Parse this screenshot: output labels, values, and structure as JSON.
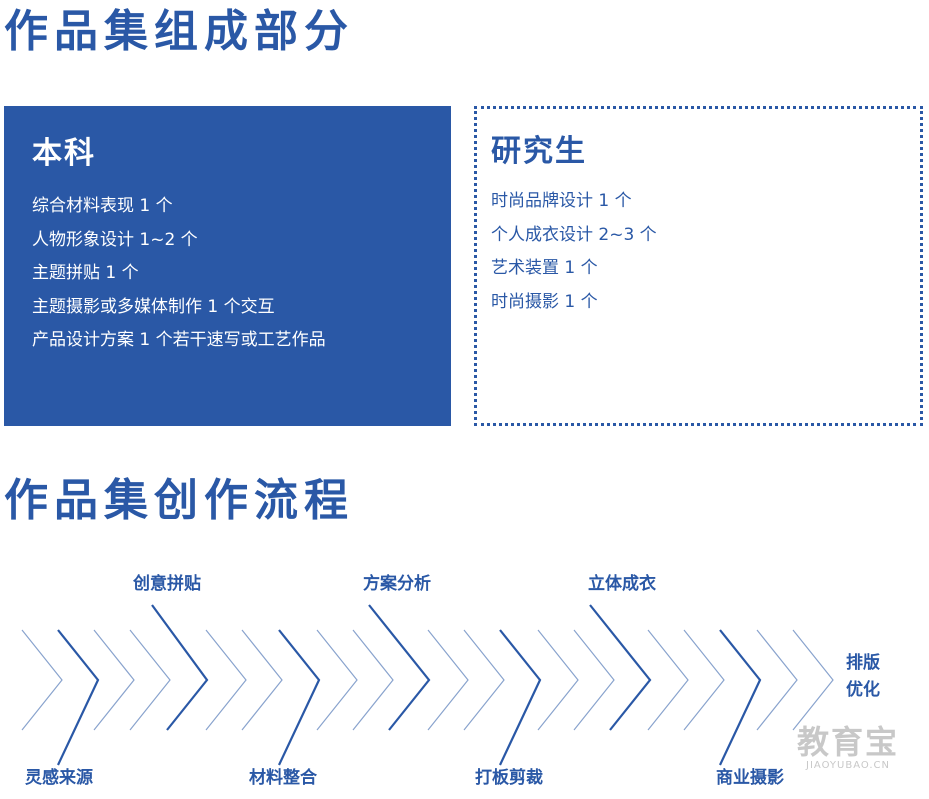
{
  "sections": {
    "portfolio_composition_title": "作品集组成部分",
    "portfolio_process_title": "作品集创作流程"
  },
  "undergrad": {
    "title": "本科",
    "items": [
      "综合材料表现 1 个",
      "人物形象设计 1~2 个",
      "主题拼贴 1 个",
      "主题摄影或多媒体制作 1 个交互",
      "产品设计方案 1 个若干速写或工艺作品"
    ]
  },
  "graduate": {
    "title": "研究生",
    "items": [
      "时尚品牌设计 1 个",
      "个人成衣设计 2~3 个",
      "艺术装置 1 个",
      "时尚摄影 1 个"
    ]
  },
  "process_steps": [
    "灵感来源",
    "创意拼贴",
    "材料整合",
    "方案分析",
    "打板剪裁",
    "立体成衣",
    "商业摄影",
    "排版\n优化"
  ],
  "watermark": {
    "zh": "教育宝",
    "en": "JIAOYUBAO.CN"
  },
  "colors": {
    "brand_blue": "#2a58a6",
    "watermark_gray": "#c8c8c8"
  }
}
